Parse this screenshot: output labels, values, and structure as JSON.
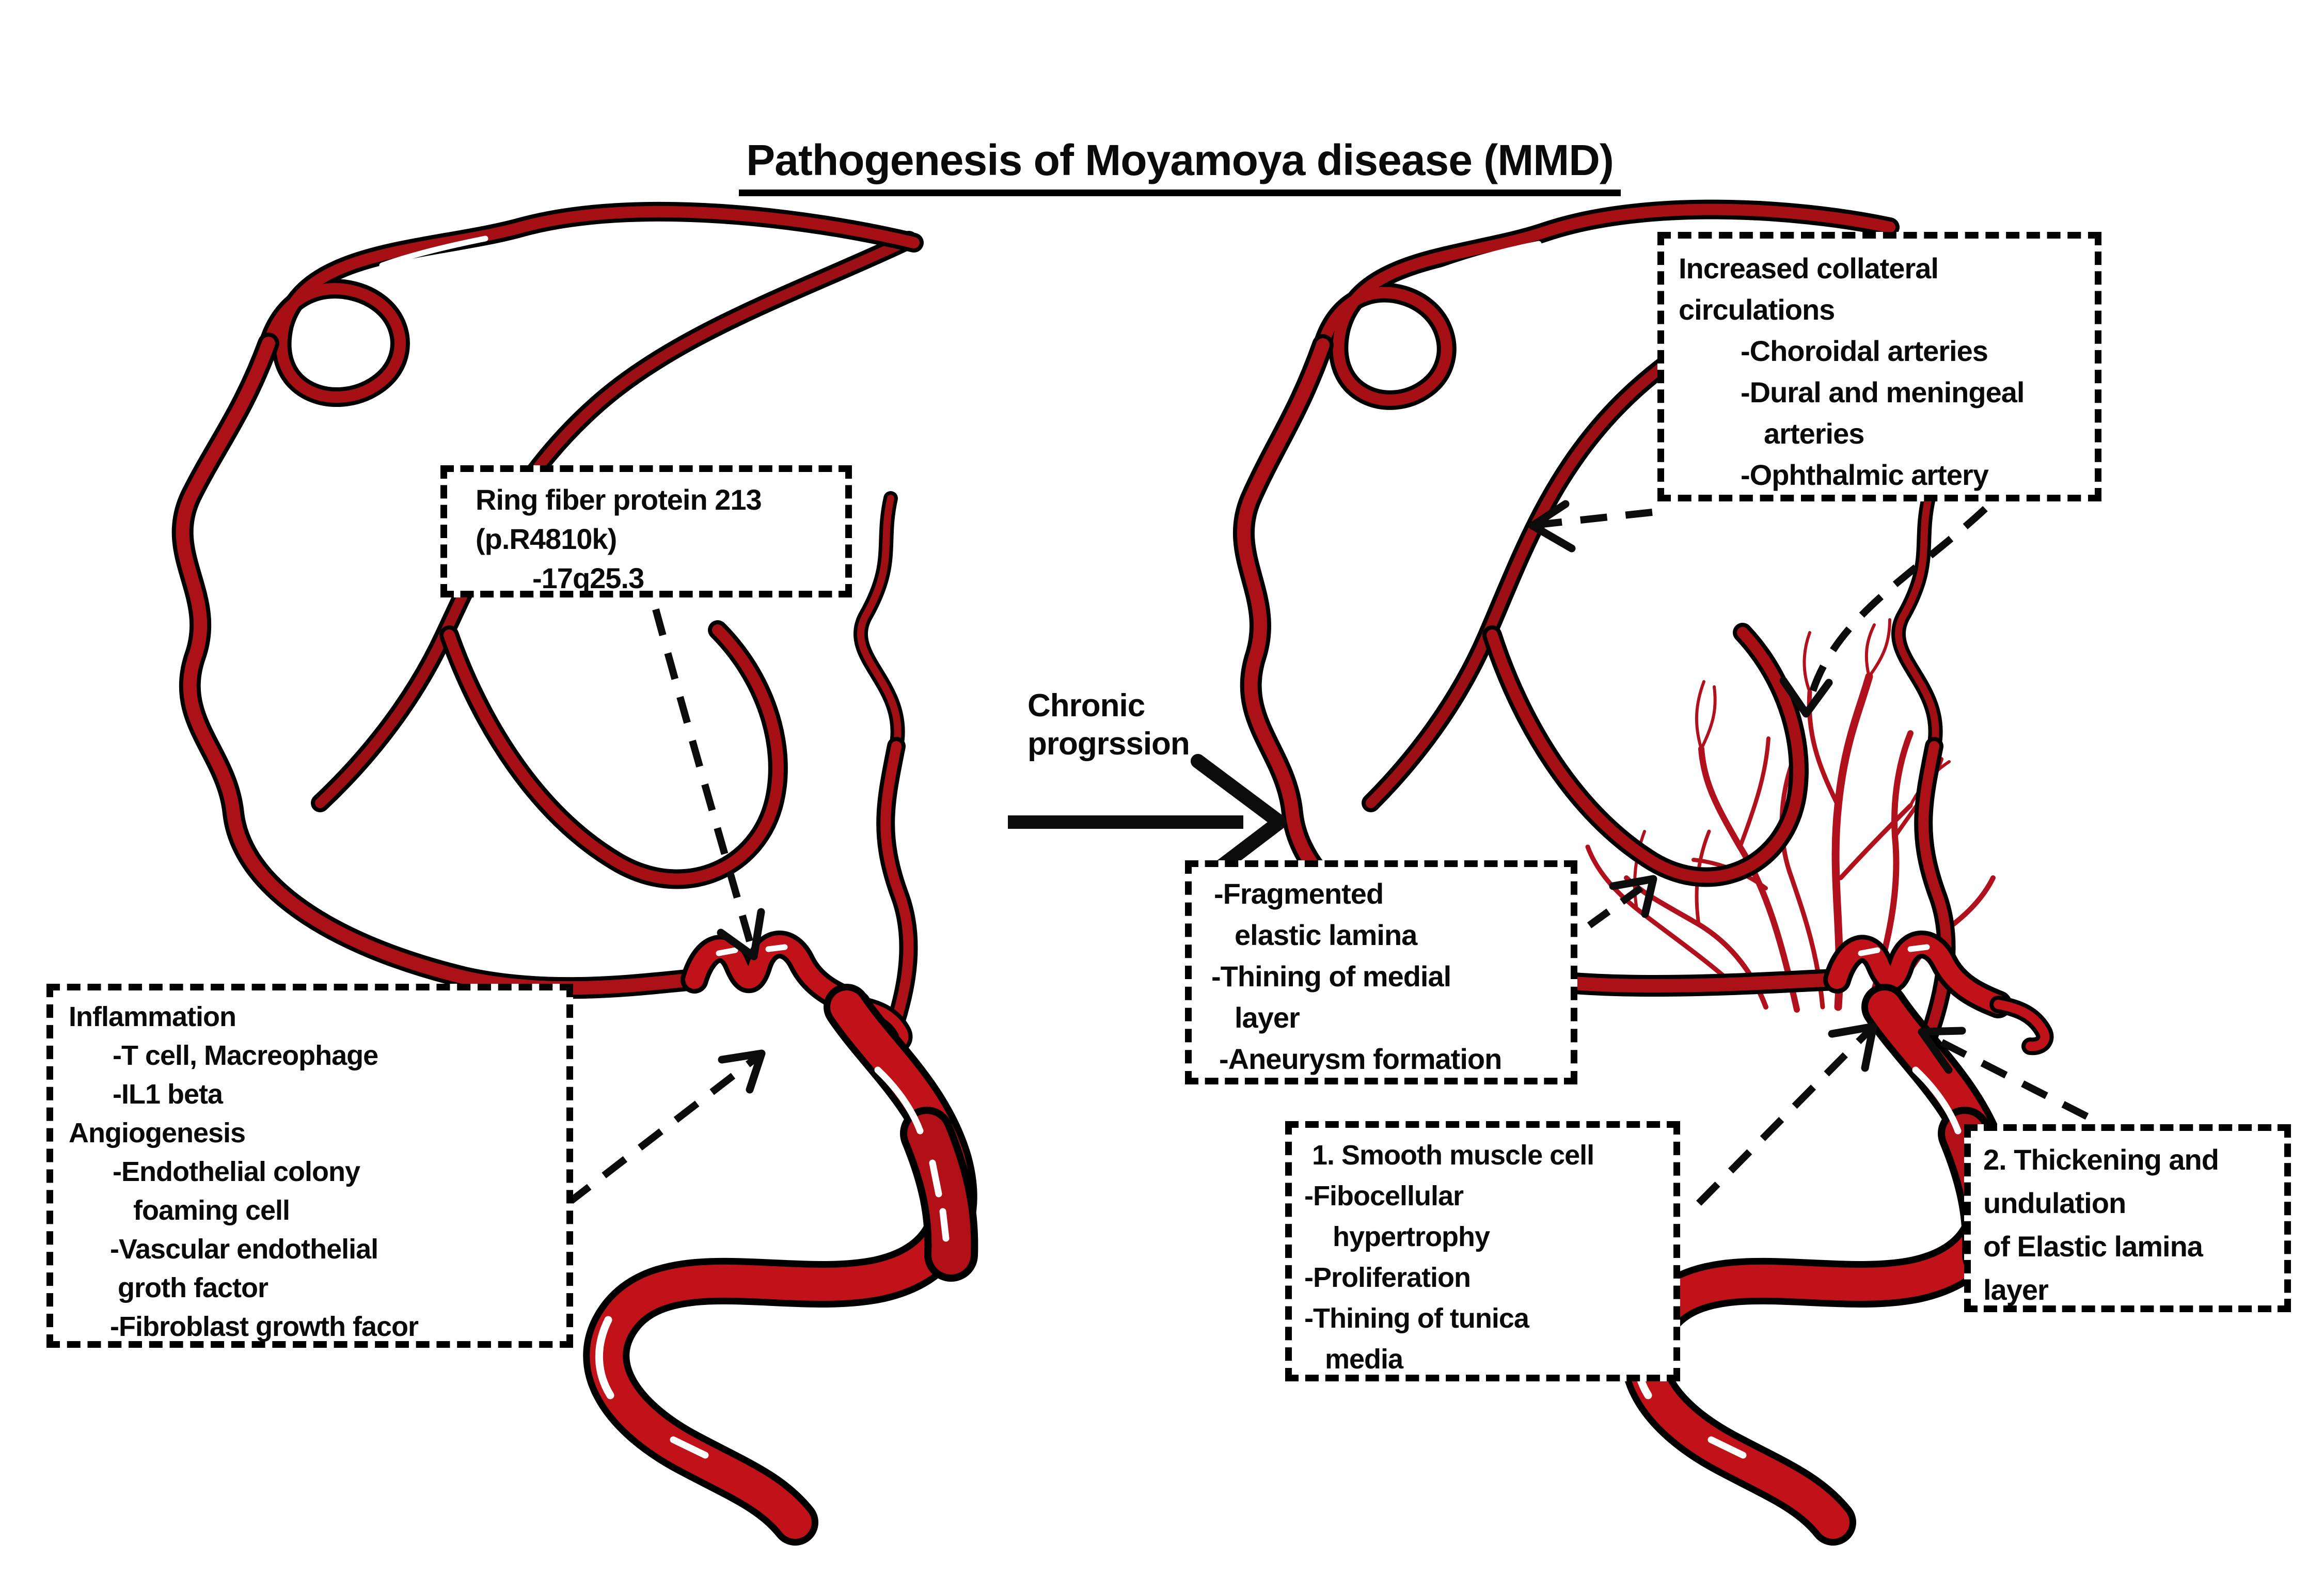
{
  "title": "Pathogenesis of Moyamoya disease (MMD)",
  "transition": {
    "line1": "Chronic",
    "line2": "progrssion"
  },
  "boxes": {
    "ring_fiber": {
      "lines": [
        "Ring fiber protein 213",
        "(p.R4810k)",
        "-17q25.3"
      ]
    },
    "inflammation": {
      "lines": [
        "Inflammation",
        "-T cell, Macreophage",
        "-IL1 beta",
        "Angiogenesis",
        "-Endothelial colony",
        "foaming cell",
        "-Vascular endothelial",
        "groth factor",
        "-Fibroblast growth facor"
      ]
    },
    "collateral": {
      "lines": [
        "Increased collateral",
        "circulations",
        "-Choroidal arteries",
        "-Dural and meningeal",
        "arteries",
        "-Ophthalmic artery"
      ]
    },
    "fragmented": {
      "lines": [
        "-Fragmented",
        "elastic lamina",
        "-Thining of medial",
        "layer",
        "-Aneurysm formation"
      ]
    },
    "smooth_muscle": {
      "lines": [
        "1. Smooth muscle cell",
        "-Fibocellular",
        "hypertrophy",
        "-Proliferation",
        "-Thining of tunica",
        "media"
      ]
    },
    "thickening": {
      "lines": [
        "2. Thickening and",
        "undulation",
        "of Elastic lamina",
        "layer"
      ]
    }
  },
  "colors": {
    "vessel_red": "#c01218",
    "vessel_dark_red": "#8f0d13",
    "collateral_red": "#b0111c",
    "outline_black": "#000000",
    "text_black": "#0a0a0a",
    "background": "#ffffff"
  }
}
